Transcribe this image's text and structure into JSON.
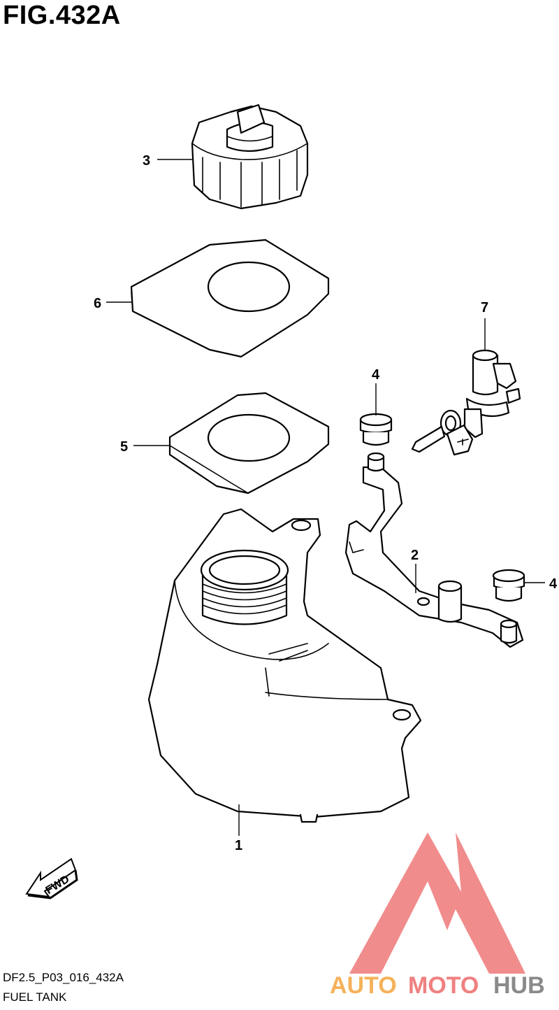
{
  "figure": {
    "title": "FIG.432A",
    "code": "DF2.5_P03_016_432A",
    "name": "FUEL TANK"
  },
  "callouts": [
    "3",
    "6",
    "5",
    "4",
    "7",
    "2",
    "4",
    "1"
  ],
  "fwd_label": "FWD",
  "watermark": {
    "text_part1": "AUTO",
    "text_part2": "MOTO",
    "text_part3": "HUB",
    "color_orange": "#f5b25a",
    "color_red": "#f08080",
    "color_gray": "#8a8a8a"
  },
  "parts": {
    "cap": "fuel-tank-cap",
    "gasket_top": "gasket-6",
    "gasket_bottom": "gasket-5",
    "tank": "fuel-tank",
    "bracket": "bracket-2",
    "grommet": "grommet-4",
    "cock": "fuel-cock-7"
  }
}
